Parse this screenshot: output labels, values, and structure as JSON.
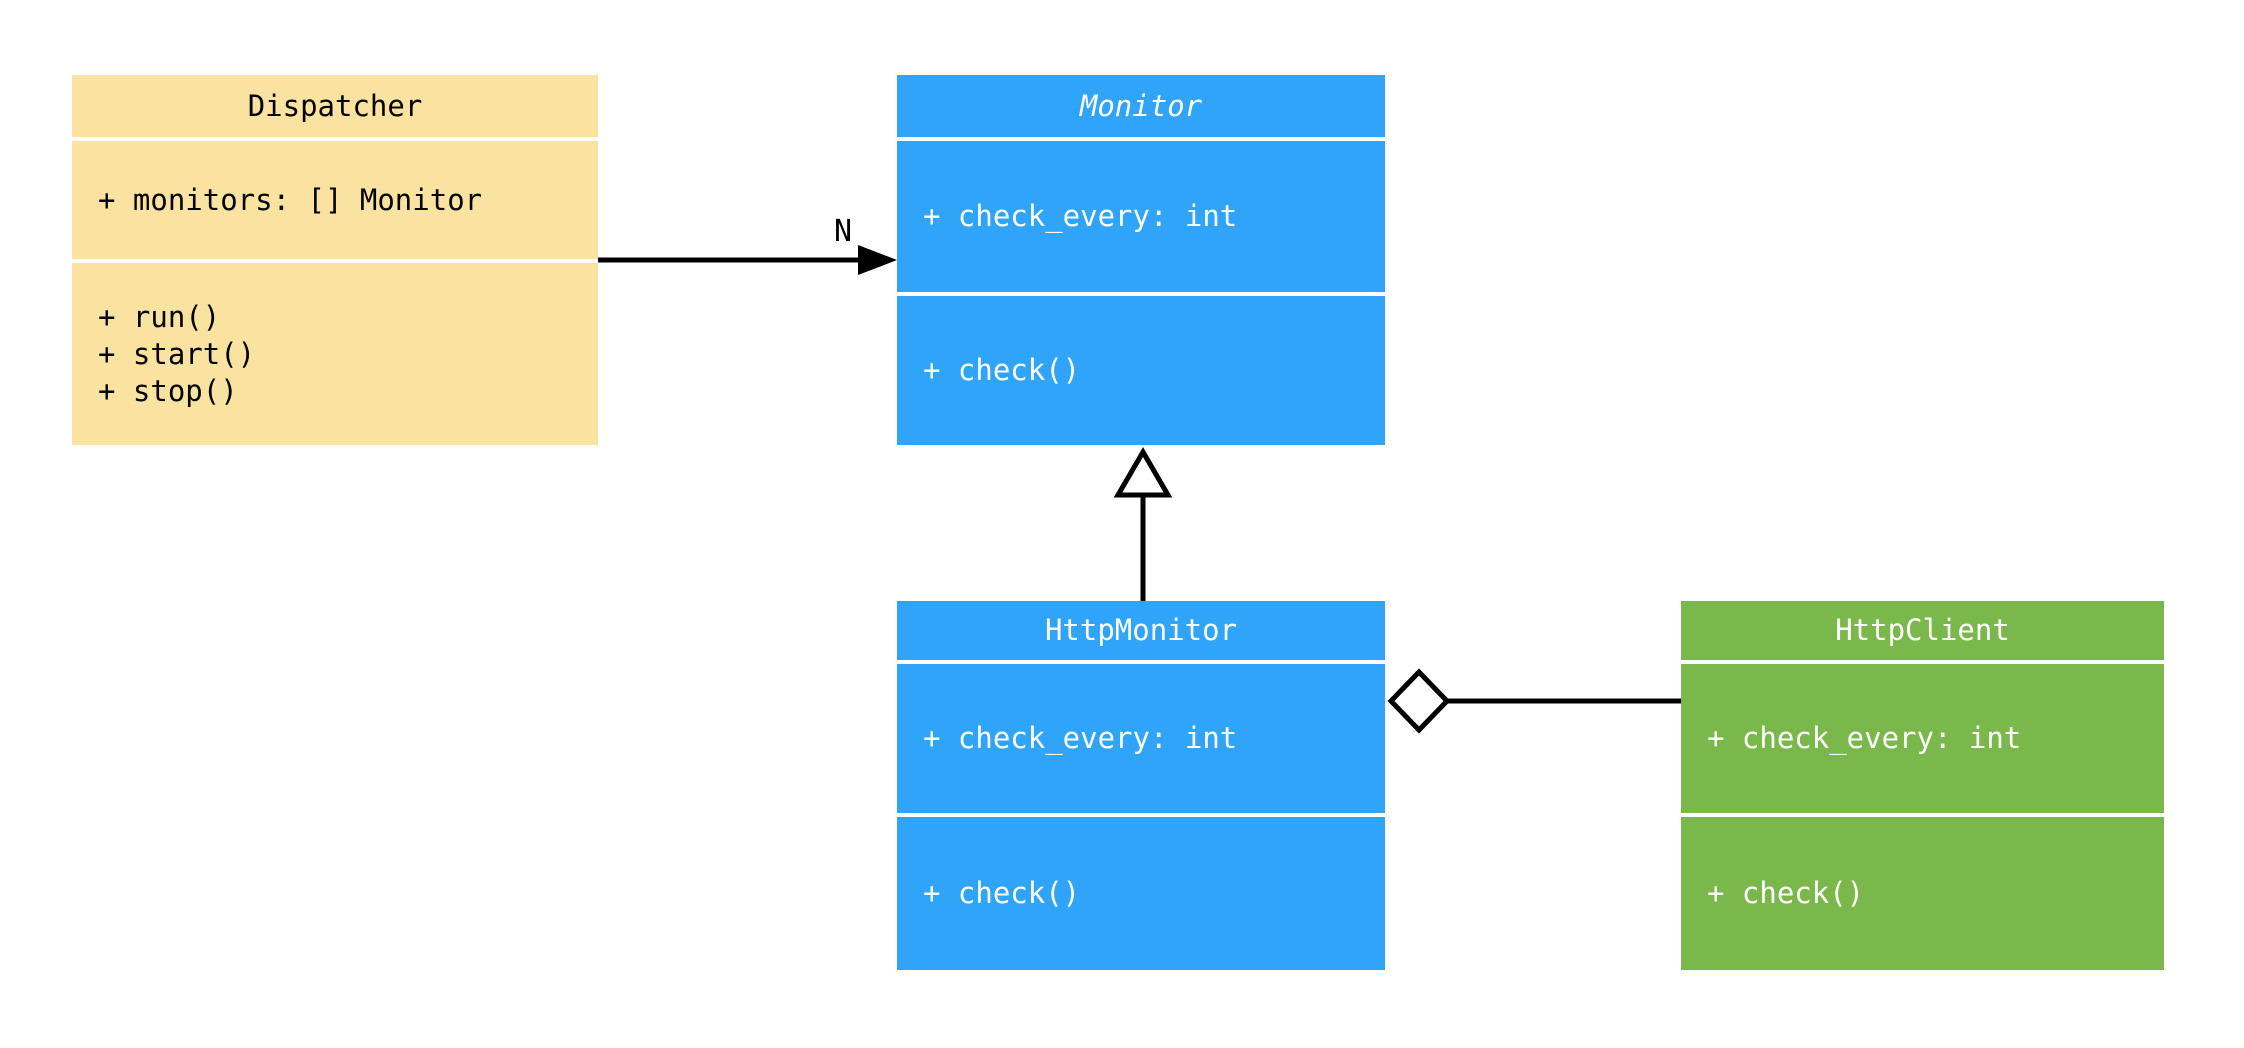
{
  "diagram": {
    "type": "uml-class-diagram",
    "background_color": "#ffffff",
    "connector_color": "#000000",
    "classes": [
      {
        "name": "Dispatcher",
        "abstract": false,
        "fill": "#fae3a0",
        "text_color": "#000000",
        "attributes": [
          "+ monitors: [] Monitor"
        ],
        "methods": [
          "+ run()",
          "+ start()",
          "+ stop()"
        ]
      },
      {
        "name": "Monitor",
        "abstract": true,
        "fill": "#2fa4f8",
        "text_color": "#ffffff",
        "attributes": [
          "+ check_every: int"
        ],
        "methods": [
          "+ check()"
        ]
      },
      {
        "name": "HttpMonitor",
        "abstract": false,
        "fill": "#2fa4f8",
        "text_color": "#ffffff",
        "attributes": [
          "+ check_every: int"
        ],
        "methods": [
          "+ check()"
        ]
      },
      {
        "name": "HttpClient",
        "abstract": false,
        "fill": "#7ab84c",
        "text_color": "#ffffff",
        "attributes": [
          "+ check_every: int"
        ],
        "methods": [
          "+ check()"
        ]
      }
    ],
    "relationships": [
      {
        "type": "association",
        "from": "Dispatcher",
        "to": "Monitor",
        "multiplicity_label": "N"
      },
      {
        "type": "generalization",
        "from": "HttpMonitor",
        "to": "Monitor",
        "multiplicity_label": ""
      },
      {
        "type": "aggregation",
        "whole": "HttpMonitor",
        "part": "HttpClient",
        "multiplicity_label": ""
      }
    ]
  }
}
